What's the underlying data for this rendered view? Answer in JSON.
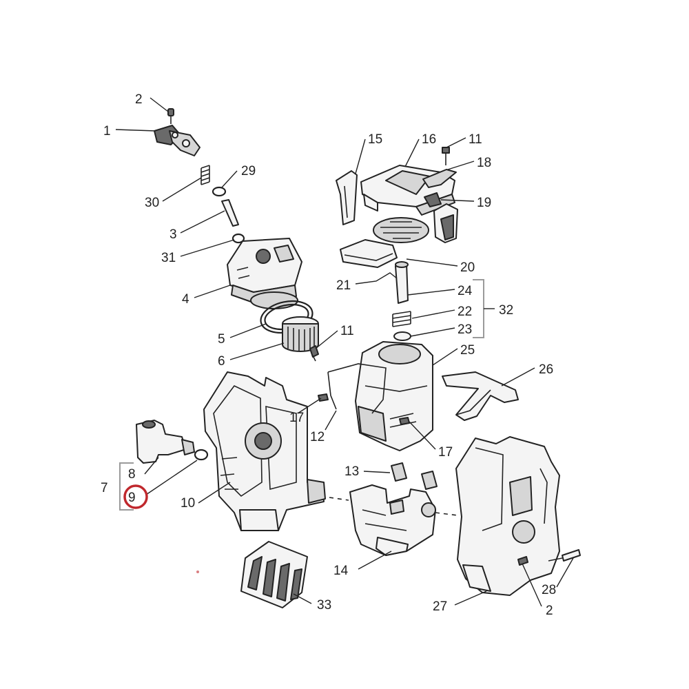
{
  "highlight": {
    "color": "#c0282d",
    "label": "9"
  },
  "callouts": [
    {
      "id": "1",
      "text": "1"
    },
    {
      "id": "2a",
      "text": "2"
    },
    {
      "id": "2b",
      "text": "2"
    },
    {
      "id": "3",
      "text": "3"
    },
    {
      "id": "4",
      "text": "4"
    },
    {
      "id": "5",
      "text": "5"
    },
    {
      "id": "6",
      "text": "6"
    },
    {
      "id": "7",
      "text": "7"
    },
    {
      "id": "8",
      "text": "8"
    },
    {
      "id": "9",
      "text": "9"
    },
    {
      "id": "10",
      "text": "10"
    },
    {
      "id": "11a",
      "text": "11"
    },
    {
      "id": "11b",
      "text": "11"
    },
    {
      "id": "12",
      "text": "12"
    },
    {
      "id": "13",
      "text": "13"
    },
    {
      "id": "14",
      "text": "14"
    },
    {
      "id": "15",
      "text": "15"
    },
    {
      "id": "16",
      "text": "16"
    },
    {
      "id": "17a",
      "text": "17"
    },
    {
      "id": "17b",
      "text": "17"
    },
    {
      "id": "18",
      "text": "18"
    },
    {
      "id": "19",
      "text": "19"
    },
    {
      "id": "20",
      "text": "20"
    },
    {
      "id": "21",
      "text": "21"
    },
    {
      "id": "22",
      "text": "22"
    },
    {
      "id": "23",
      "text": "23"
    },
    {
      "id": "24",
      "text": "24"
    },
    {
      "id": "25",
      "text": "25"
    },
    {
      "id": "26",
      "text": "26"
    },
    {
      "id": "27",
      "text": "27"
    },
    {
      "id": "28",
      "text": "28"
    },
    {
      "id": "29",
      "text": "29"
    },
    {
      "id": "30",
      "text": "30"
    },
    {
      "id": "31",
      "text": "31"
    },
    {
      "id": "32",
      "text": "32"
    },
    {
      "id": "33",
      "text": "33"
    }
  ]
}
